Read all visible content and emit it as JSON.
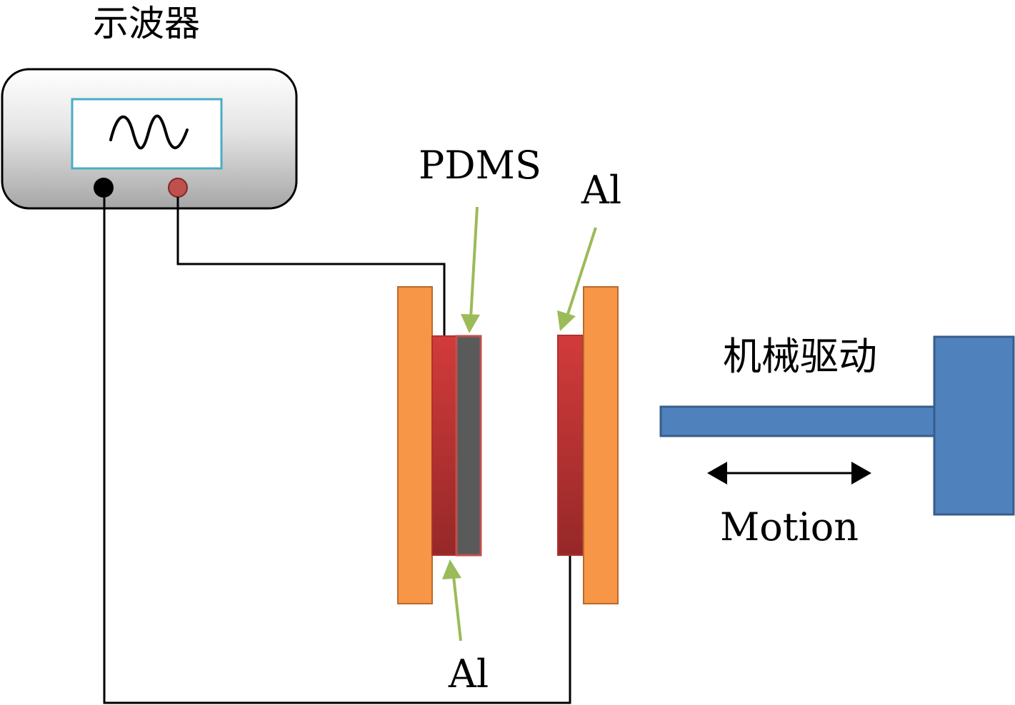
{
  "labels": {
    "oscilloscope": "示波器",
    "pdms": "PDMS",
    "al_right": "Al",
    "al_bottom": "Al",
    "mechanical_drive": "机械驱动",
    "motion": "Motion"
  },
  "colors": {
    "orange_plate": "#f79646",
    "orange_border": "#b86a2c",
    "red_electrode_top": "#d23b3b",
    "red_electrode_bottom": "#962828",
    "pdms_gray": "#5a5a5a",
    "green_arrow": "#9bbb59",
    "blue_actuator": "#4f81bd",
    "blue_border": "#385d8a",
    "screen_border": "#4bacc6",
    "wire": "#000000",
    "terminal_red": "#c0504d"
  },
  "icons": {
    "wave": "sine-wave-icon",
    "terminal_black": "black-terminal-icon",
    "terminal_red": "red-terminal-icon"
  }
}
